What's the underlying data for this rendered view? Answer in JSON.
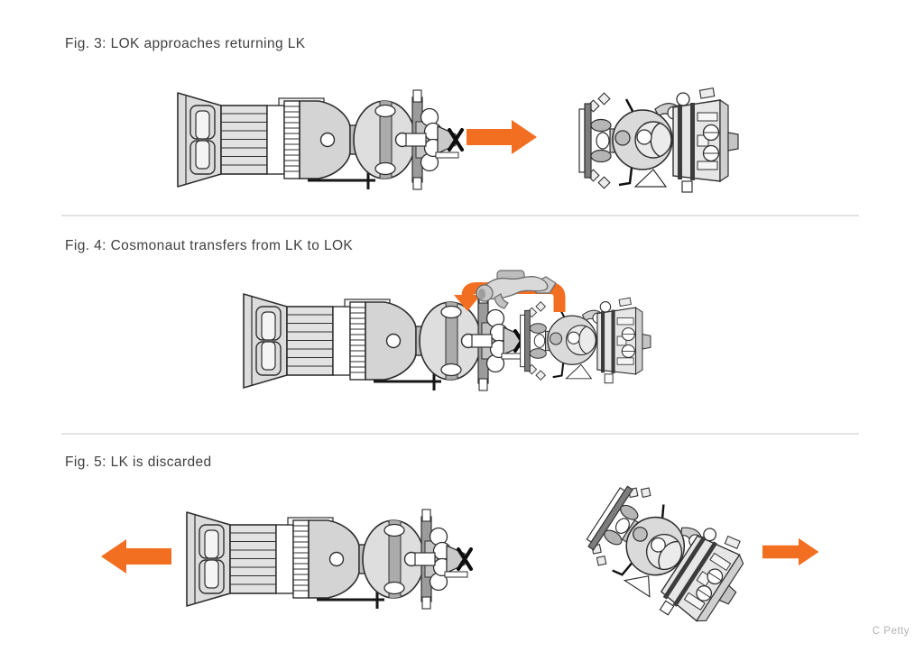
{
  "colors": {
    "background": "#FFFFFF",
    "accent_orange": "#F26F21",
    "outline": "#2F2F2F",
    "fill_light": "#DEDEDE",
    "divider": "#E2E2E2",
    "caption_text": "#3F3F3F",
    "credit_text": "#B2B2B2"
  },
  "figures": [
    {
      "caption": "Fig. 3: LOK approaches returning LK",
      "icons": [
        "lok-spacecraft",
        "arrow-right-icon",
        "lk-spacecraft"
      ]
    },
    {
      "caption": "Fig. 4: Cosmonaut transfers from LK to LOK",
      "icons": [
        "lok-spacecraft",
        "transfer-arrow-icon",
        "cosmonaut-icon",
        "lk-spacecraft-docked"
      ]
    },
    {
      "caption": "Fig. 5: LK is discarded",
      "icons": [
        "arrow-left-icon",
        "lok-spacecraft",
        "lk-spacecraft-tilted",
        "arrow-right-icon"
      ]
    }
  ],
  "credit": "C Petty"
}
